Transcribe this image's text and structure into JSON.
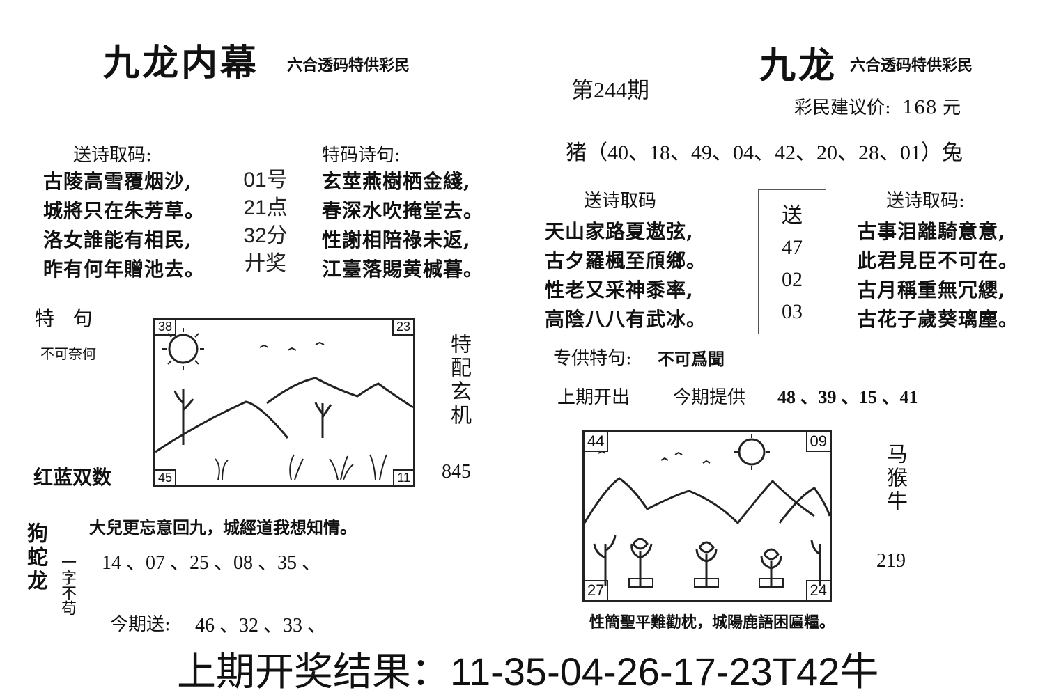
{
  "left": {
    "title": "九龙内幕",
    "subtitle": "六合透码特供彩民",
    "poem_header": "送诗取码:",
    "poem_lines": [
      "古陵高雪覆烟沙,",
      "城將只在朱芳草。",
      "洛女誰能有相民,",
      "昨有何年贈池去。"
    ],
    "middle_box": [
      "01号",
      "21点",
      "32分",
      "廾奖"
    ],
    "special_header": "特码诗句:",
    "special_lines": [
      "玄莖燕樹栖金綫,",
      "春深水吹掩堂去。",
      "性謝相陪祿未返,",
      "江臺落賜黄椷暮。"
    ],
    "teju_label": "特   句",
    "teju_value": "不可奈何",
    "picture_corners": [
      "38",
      "23",
      "45",
      "11"
    ],
    "side_label": "特配玄机",
    "redblue_label": "红蓝双数",
    "number_845": "845",
    "animals_vertical": "狗蛇龙",
    "verse": "大兒更忘意回九，城經道我想知情。",
    "one_word_label": "一字不苟",
    "numbers_line": "14 、07 、25 、08 、35 、",
    "today_label": "今期送:",
    "today_numbers": "46 、32 、33 、"
  },
  "center": {
    "issue": "第244期"
  },
  "right": {
    "title": "九龙",
    "subtitle": "六合透码特供彩民",
    "price": "彩民建议价:  168 元",
    "pig_line": "猪（40、18、49、04、42、20、28、01）兔",
    "poem_header_left": "送诗取码",
    "poem_lines_left": [
      "天山家路夏遨弦,",
      "古夕羅楓至頎鄉。",
      "性老又采神黍率,",
      "高陰八八有武冰。"
    ],
    "box": [
      "送",
      "47",
      "02",
      "03"
    ],
    "poem_header_right": "送诗取码:",
    "poem_lines_right": [
      "古事泪離騎意意,",
      "此君見臣不可在。",
      "古月稱重無冗纓,",
      "古花子歲葵璃塵。"
    ],
    "special_label": "专供特句:",
    "special_value": "不可爲聞",
    "last_label": "上期开出",
    "today_label": "今期提供",
    "today_numbers": "48 、39 、15 、41",
    "picture_corners": [
      "44",
      "09",
      "27",
      "24"
    ],
    "animals_vertical": "马猴牛",
    "number_219": "219",
    "verse": "性簡聖平難勸枕，城陽鹿語困匾糧。"
  },
  "footer": {
    "result": "上期开奖结果：11-35-04-26-17-23T42牛"
  }
}
